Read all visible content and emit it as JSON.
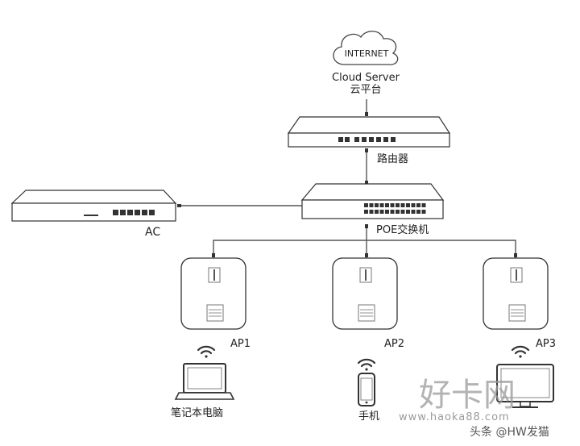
{
  "nodes": {
    "internet": {
      "cloud_text": "INTERNET",
      "label_en": "Cloud Server",
      "label_cn": "云平台"
    },
    "router": {
      "label": "路由器"
    },
    "poe_switch": {
      "label": "POE交换机"
    },
    "ac": {
      "label": "AC"
    },
    "ap1": {
      "label": "AP1"
    },
    "ap2": {
      "label": "AP2"
    },
    "ap3": {
      "label": "AP3"
    },
    "laptop": {
      "label": "笔记本电脑"
    },
    "phone": {
      "label": "手机"
    },
    "monitor": {
      "label": ""
    }
  },
  "watermark": {
    "logo_text": "好卡网",
    "url_text": "www.haoka88.com",
    "author_text": "头条 @HW发猫"
  },
  "colors": {
    "line": "#555555",
    "device_fill": "#ffffff",
    "device_stroke": "#333333",
    "watermark": "#8a8a8a"
  }
}
